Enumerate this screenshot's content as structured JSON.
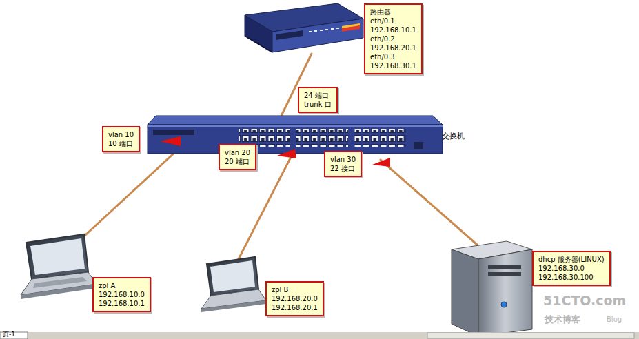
{
  "diagram": {
    "nodes": [
      {
        "text": [
          "路由器",
          "eth/0.1",
          "192.168.10.1",
          "eth/0.2",
          "192.168.20.1",
          "eth/0.3",
          "192.168.30.1"
        ]
      },
      {
        "text": [
          "24 端口",
          "trunk 口"
        ]
      },
      {
        "text": [
          "vlan 10",
          "10 端口"
        ]
      },
      {
        "text": [
          "vlan 20",
          "20 端口"
        ]
      },
      {
        "text": [
          "vlan 30",
          "22 接口"
        ]
      },
      {
        "text": [
          "zpl A",
          "192.168.10.0",
          "192.168.10.1"
        ]
      },
      {
        "text": [
          "zpl B",
          "192.168.20.0",
          "192.168.20.1"
        ]
      },
      {
        "text": [
          "dhcp 服务器(LINUX)",
          "192.168.30.0",
          "192.168.30.100"
        ]
      }
    ],
    "labels": [
      "交换机",
      "51CTO.com",
      "技术博客",
      "Blog",
      "页-1"
    ]
  }
}
